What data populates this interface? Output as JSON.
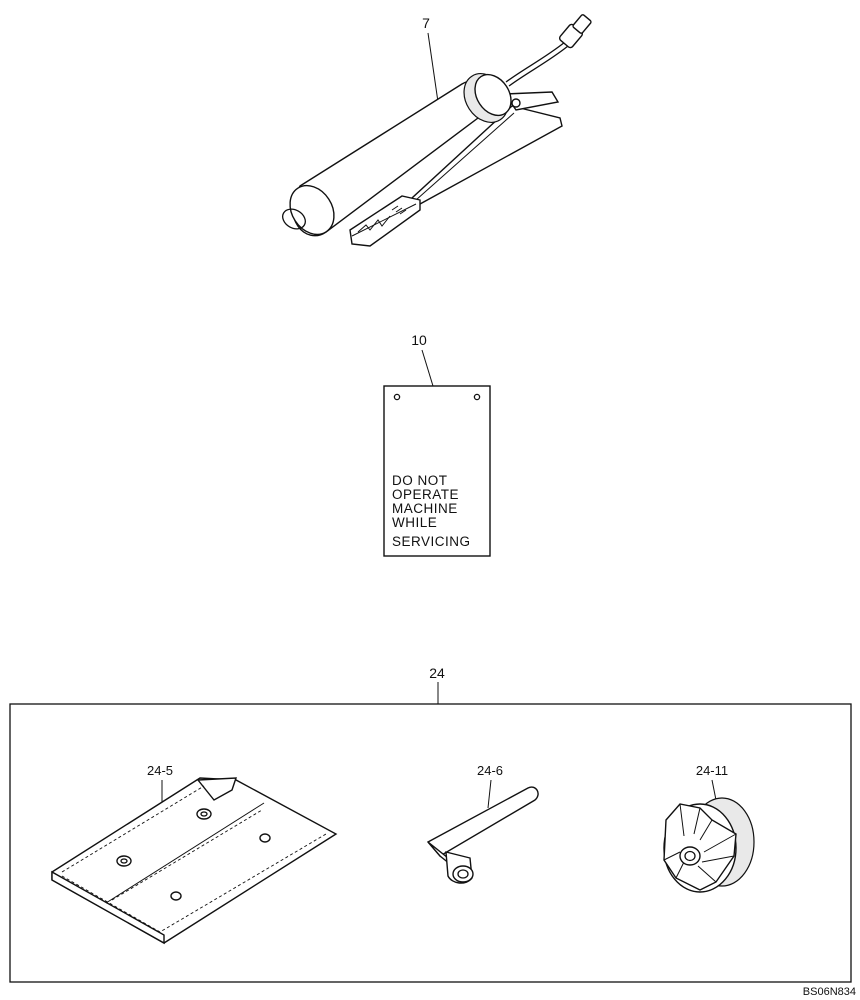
{
  "items": {
    "grease_gun": {
      "callout": "7"
    },
    "warning_tag": {
      "callout": "10",
      "lines": [
        "DO NOT",
        "OPERATE",
        "MACHINE",
        "WHILE",
        "SERVICING"
      ]
    },
    "tool_kit": {
      "callout": "24",
      "parts": [
        {
          "callout": "24-5"
        },
        {
          "callout": "24-6"
        },
        {
          "callout": "24-11"
        }
      ]
    }
  },
  "drawing_code": "BS06N834"
}
